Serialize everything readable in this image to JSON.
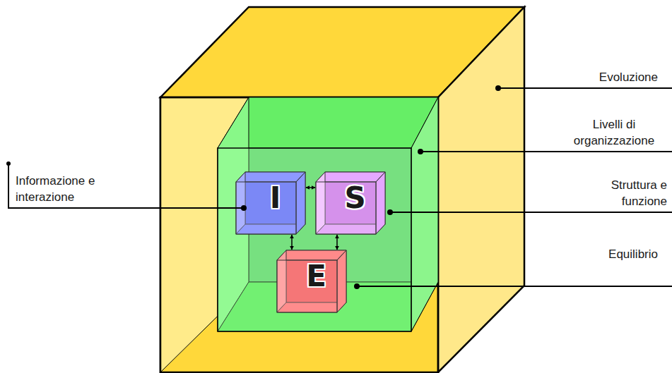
{
  "diagram": {
    "nodes": [
      {
        "text": [
          "I"
        ]
      },
      {
        "text": [
          "S"
        ]
      },
      {
        "text": [
          "E"
        ]
      }
    ],
    "edges": [
      {
        "from": 0,
        "to": 1,
        "arrow": "both"
      },
      {
        "from": 0,
        "to": 2,
        "arrow": "both"
      },
      {
        "from": 1,
        "to": 2,
        "arrow": "both"
      }
    ],
    "labels": [
      "Evoluzione",
      "Livelli di organizzazione",
      "Struttura e funzione",
      "Equilibrio",
      "Informazione e interazione"
    ]
  }
}
